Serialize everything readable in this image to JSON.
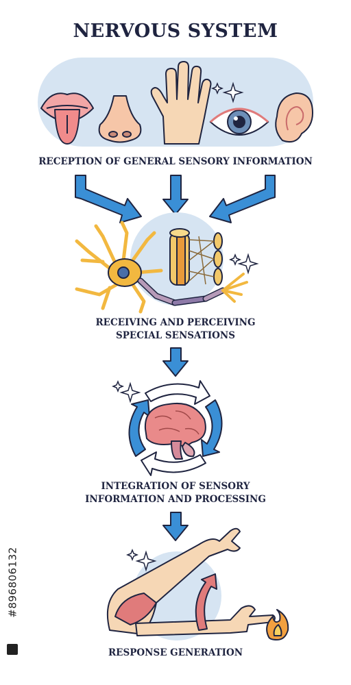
{
  "title": "NERVOUS SYSTEM",
  "steps": [
    {
      "lines": [
        "RECEPTION OF GENERAL SENSORY INFORMATION"
      ]
    },
    {
      "lines": [
        "RECEIVING AND PERCEIVING",
        "SPECIAL SENSATIONS"
      ]
    },
    {
      "lines": [
        "INTEGRATION OF SENSORY",
        "INFORMATION AND PROCESSING"
      ]
    },
    {
      "lines": [
        "RESPONSE GENERATION"
      ]
    }
  ],
  "stock_id": "#896806132",
  "icons": [
    "mouth-tongue-icon",
    "nose-icon",
    "hand-icon",
    "eye-icon",
    "ear-icon",
    "neuron-icon",
    "nerve-fiber-icon",
    "brain-icon",
    "arm-reflex-icon",
    "flame-icon",
    "sparkle-icon"
  ],
  "colors": {
    "arrow": "#3a8fd6",
    "arrow_outline": "#1f2440",
    "circle_bg": "#d6e4f2",
    "skin": "#f6d7b5",
    "flesh": "#e07b7b",
    "text": "#1f2440"
  }
}
